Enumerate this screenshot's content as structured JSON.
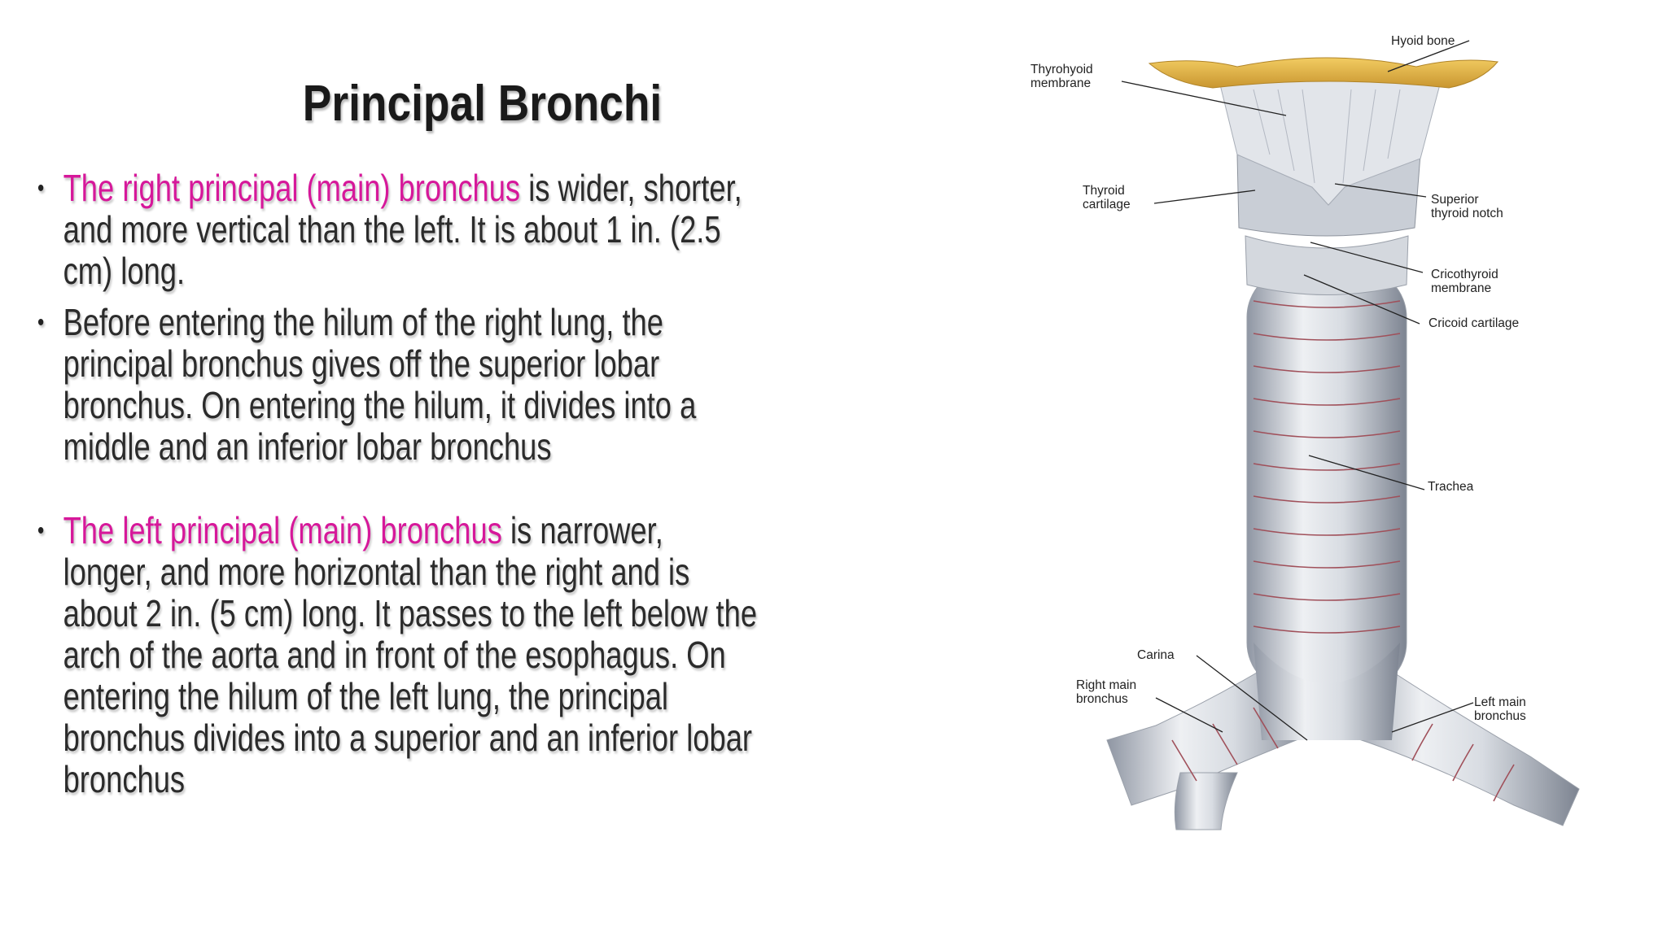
{
  "slide": {
    "title": "Principal Bronchi",
    "bullets": [
      {
        "highlight": "The right principal (main) bronchus",
        "text": " is wider, shorter, and more vertical than the left. It is about 1 in. (2.5 cm) long."
      },
      {
        "highlight": "",
        "text": "Before entering the hilum of the right lung, the principal bronchus gives off the superior lobar bronchus. On entering the hilum, it divides into a middle and an inferior lobar bronchus"
      },
      {
        "highlight": "The left principal (main) bronchus",
        "text": " is narrower, longer, and more horizontal than the right and is about 2 in. (5 cm) long. It passes to the left below the arch of the aorta and in front of the esophagus. On entering the hilum of the left lung, the principal bronchus divides into a superior and an inferior lobar bronchus"
      }
    ],
    "highlight_color": "#d6189a"
  },
  "diagram": {
    "labels": {
      "hyoid_bone": "Hyoid bone",
      "thyrohyoid_membrane": "Thyrohyoid\nmembrane",
      "thyroid_cartilage": "Thyroid\ncartilage",
      "superior_thyroid_notch": "Superior\nthyroid notch",
      "cricothyroid_membrane": "Cricothyroid\nmembrane",
      "cricoid_cartilage": "Cricoid cartilage",
      "trachea": "Trachea",
      "carina": "Carina",
      "right_main_bronchus": "Right main\nbronchus",
      "left_main_bronchus": "Left main\nbronchus"
    },
    "colors": {
      "hyoid": "#e8b84a",
      "cartilage": "#c9ced6",
      "ring_line": "#a0505a"
    }
  }
}
